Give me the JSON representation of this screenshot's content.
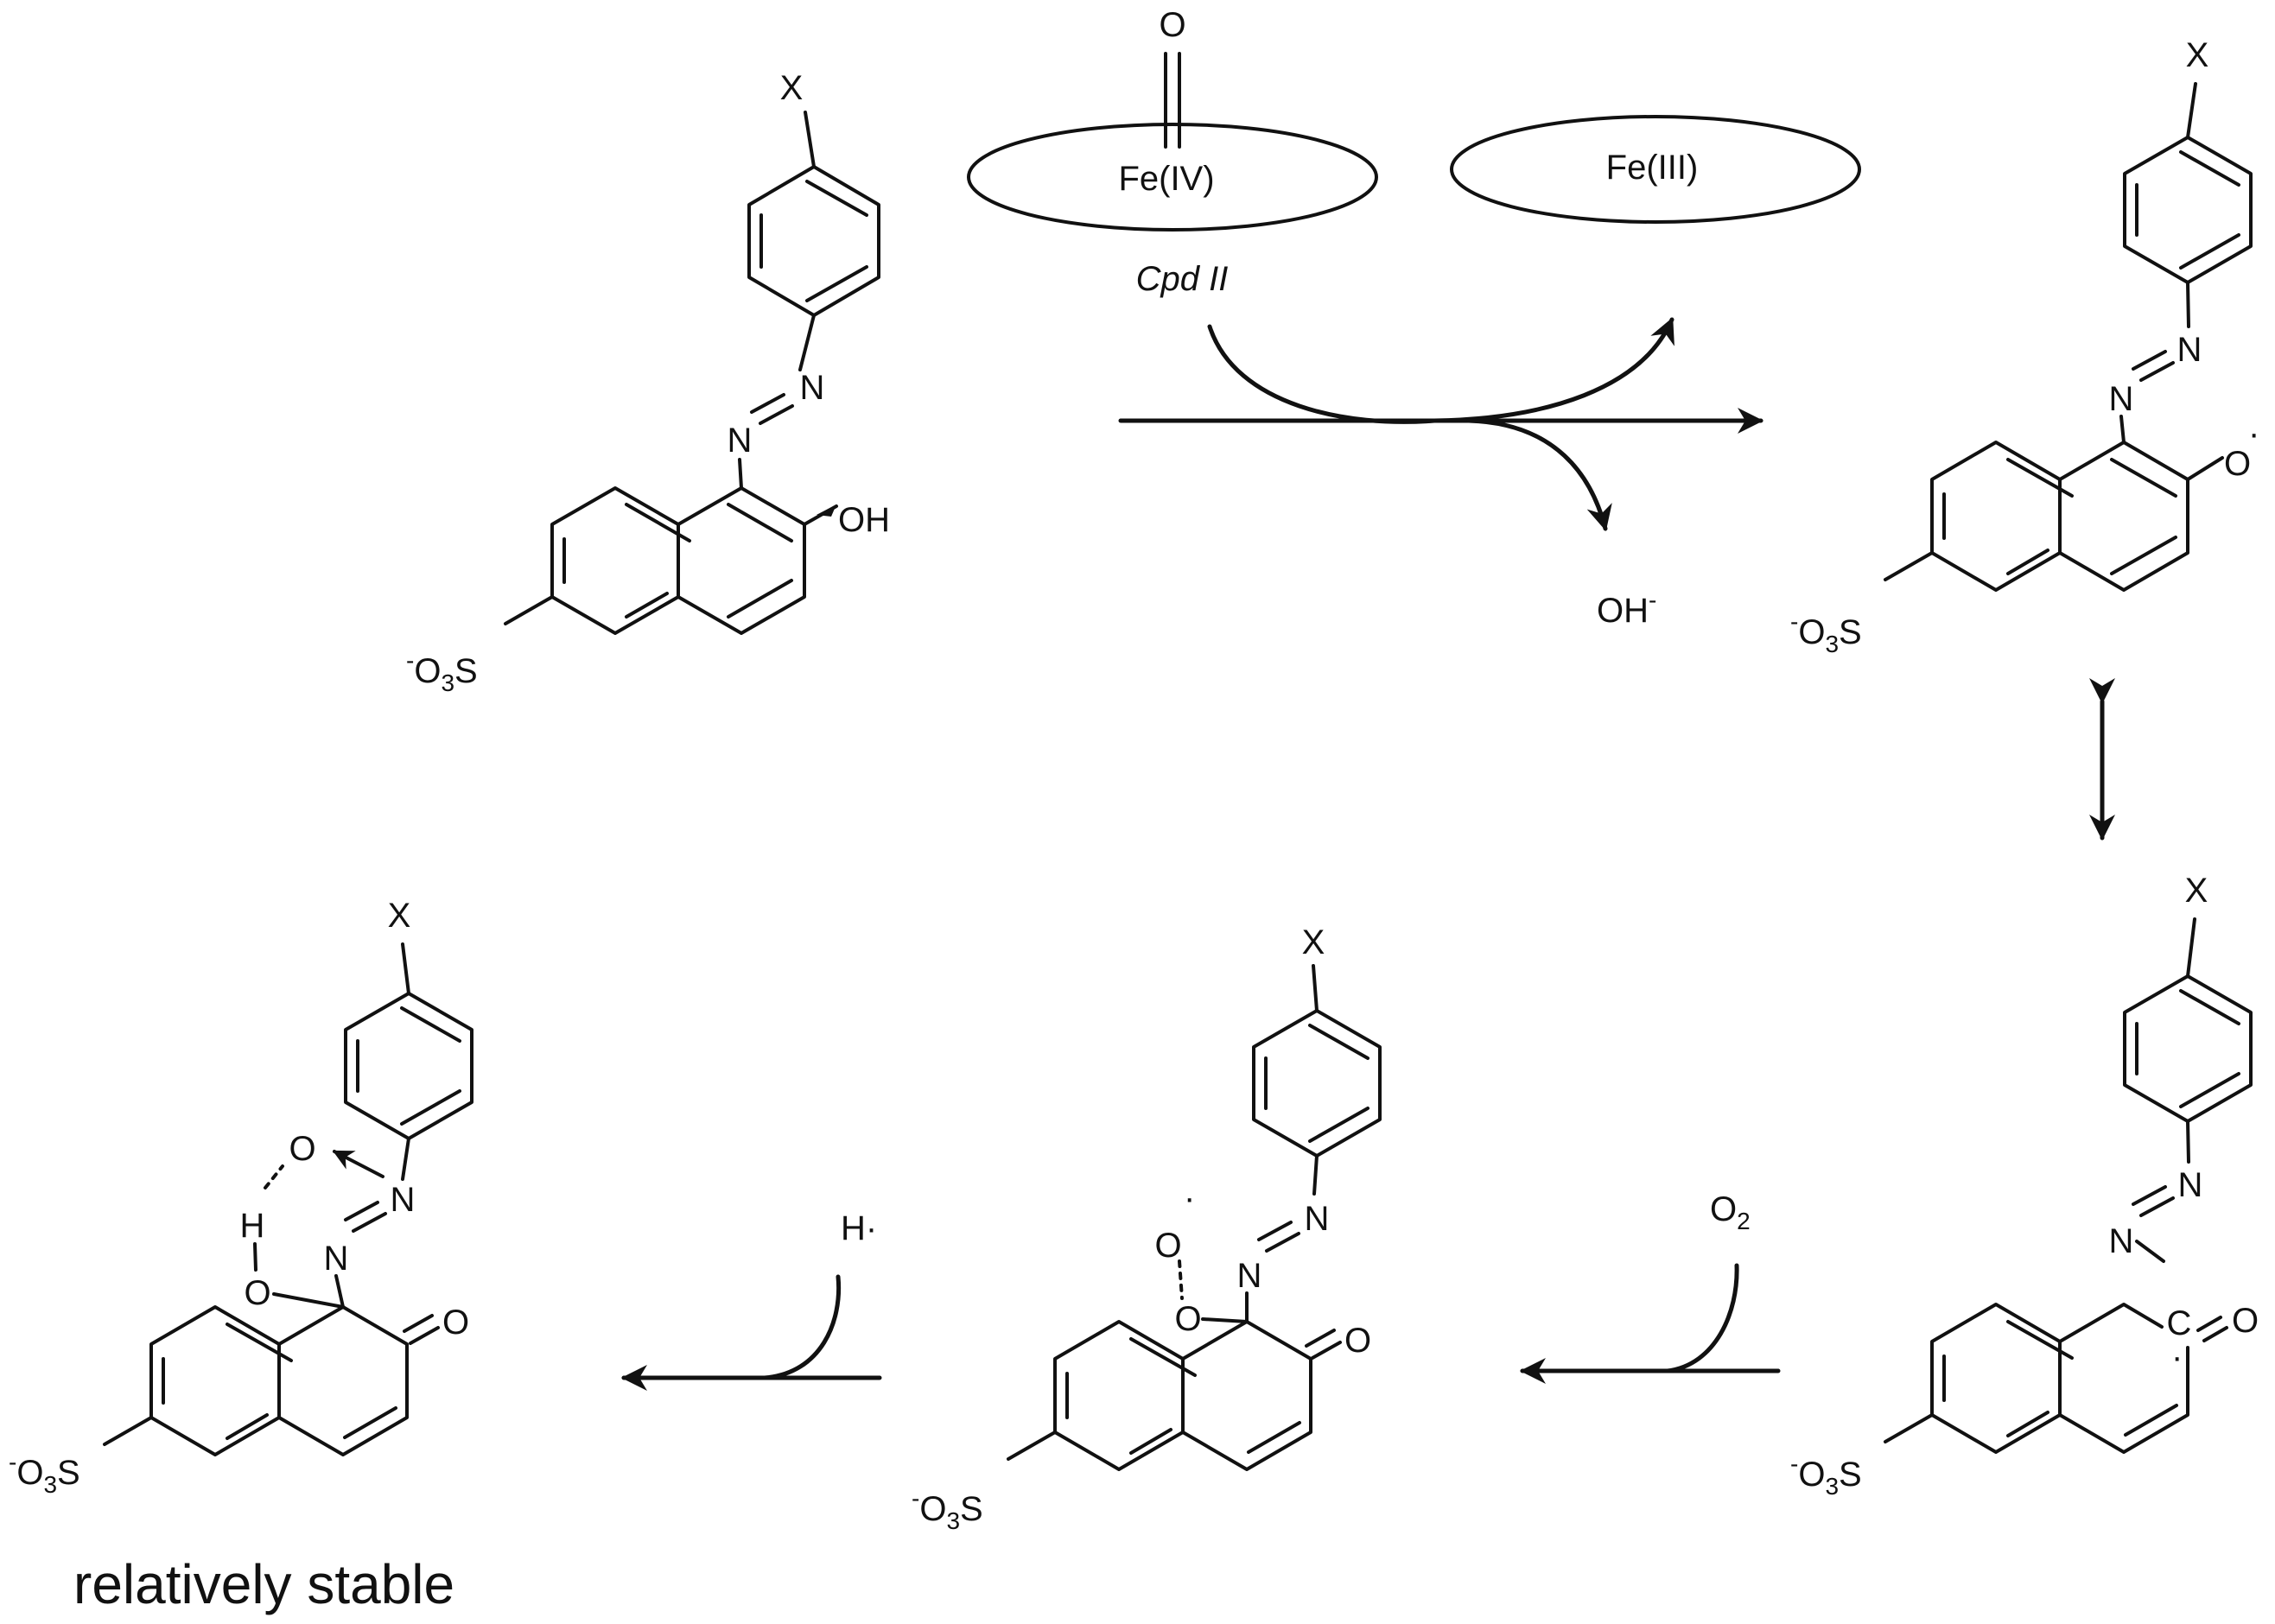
{
  "substituent": "X",
  "hydroxyl": "OH",
  "sulfonate": {
    "prefix": "-",
    "oxygen": "O",
    "count": "3",
    "sulfur": "S"
  },
  "oxygen": "O",
  "nitrogen": "N",
  "carbon": "C",
  "hydrogen": "H",
  "radical_dot": "·",
  "enzyme": {
    "compound_ii_label": "Fe(IV)",
    "compound_ii_name": "Cpd II",
    "resting_state_label": "Fe(III)"
  },
  "hydroxide": {
    "text": "OH",
    "charge": "-"
  },
  "dioxygen": {
    "symbol": "O",
    "subscript": "2"
  },
  "hydrogen_atom": "H·",
  "caption": "relatively stable"
}
